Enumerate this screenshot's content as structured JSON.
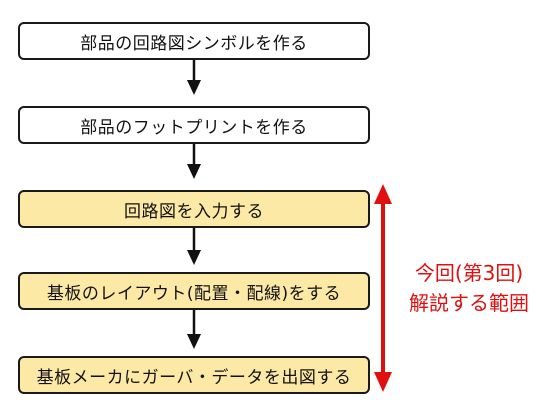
{
  "steps": [
    {
      "label": "部品の回路図シンボルを作る",
      "highlighted": false
    },
    {
      "label": "部品のフットプリントを作る",
      "highlighted": false
    },
    {
      "label": "回路図を入力する",
      "highlighted": true
    },
    {
      "label": "基板のレイアウト(配置・配線)をする",
      "highlighted": true
    },
    {
      "label": "基板メーカにガーバ・データを出図する",
      "highlighted": true
    }
  ],
  "range_annotation": {
    "line1": "今回(第3回)",
    "line2": "解説する範囲"
  },
  "colors": {
    "box_fill_plain": "#ffffff",
    "box_fill_highlight": "#fde9a6",
    "box_border": "#1a1a1a",
    "flow_arrow": "#111111",
    "range_arrow": "#e01010",
    "range_text": "#e01010"
  }
}
